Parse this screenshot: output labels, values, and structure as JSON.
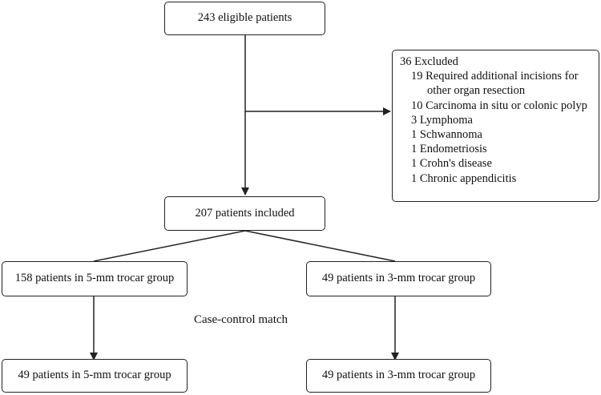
{
  "nodes": {
    "eligible": "243 eligible patients",
    "included": "207 patients included",
    "group5_initial": "158 patients in 5-mm trocar group",
    "group3_initial": "49 patients in 3-mm trocar group",
    "group5_matched": "49 patients in 5-mm trocar group",
    "group3_matched": "49 patients in 3-mm trocar group"
  },
  "excluded": {
    "title": "36 Excluded",
    "items": [
      "19 Required additional incisions for",
      "other organ resection",
      "10 Carcinoma in situ or colonic polyp",
      "3 Lymphoma",
      "1 Schwannoma",
      "1 Endometriosis",
      "1 Crohn's disease",
      "1 Chronic appendicitis"
    ]
  },
  "match_label": "Case-control match"
}
